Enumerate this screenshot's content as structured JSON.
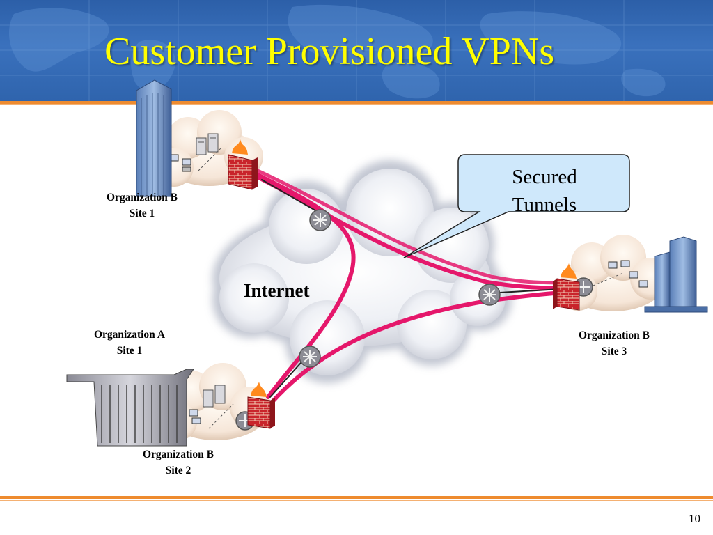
{
  "slide": {
    "title": "Customer Provisioned VPNs",
    "page_number": "10"
  },
  "network": {
    "label": "Internet",
    "cloud_color": "#e6e9f0"
  },
  "callout": {
    "line1": "Secured",
    "line2": "Tunnels",
    "fill": "#cfe8fb"
  },
  "sites": [
    {
      "id": "org-b-site-1",
      "org": "Organization B",
      "site": "Site 1"
    },
    {
      "id": "org-a-site-1",
      "org": "Organization A",
      "site": "Site 1"
    },
    {
      "id": "org-b-site-2",
      "org": "Organization B",
      "site": "Site 2"
    },
    {
      "id": "org-b-site-3",
      "org": "Organization B",
      "site": "Site 3"
    }
  ],
  "icons": {
    "building": "office-building-icon",
    "firewall": "brick-firewall-icon",
    "router": "router-icon",
    "server": "server-icon",
    "workstation": "workstation-icon"
  },
  "colors": {
    "title": "#ffff00",
    "header": "#2f64ad",
    "rule": "#ee8b2f",
    "tunnel": "#e5176b",
    "firewall": "#c9242b"
  }
}
